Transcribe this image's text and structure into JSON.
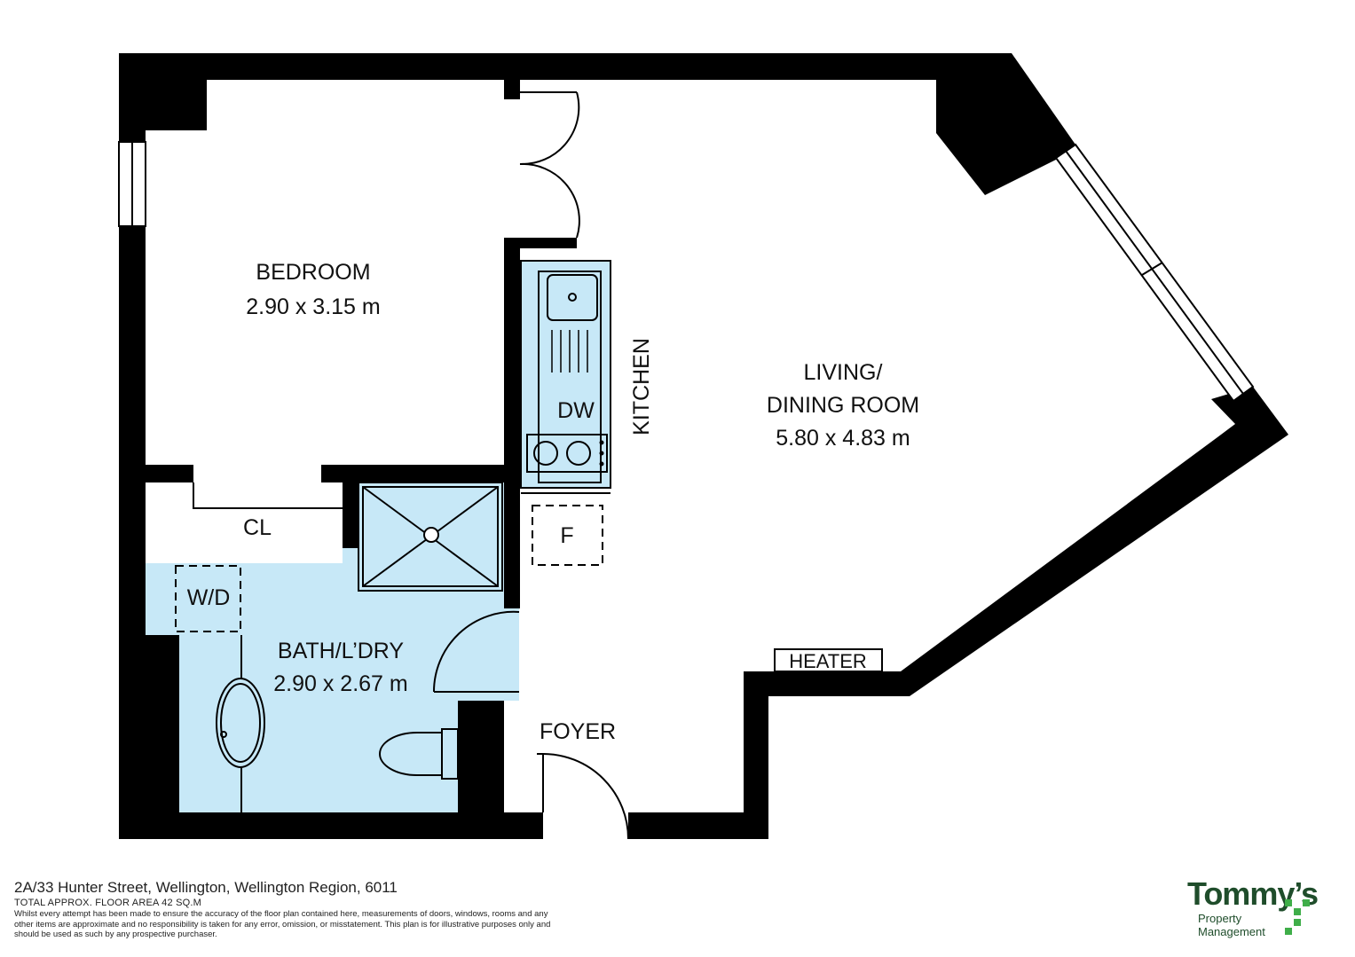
{
  "rooms": {
    "bedroom": {
      "name": "BEDROOM",
      "size": "2.90 x 3.15 m"
    },
    "living": {
      "line1": "LIVING/",
      "line2": "DINING ROOM",
      "size": "5.80 x 4.83 m"
    },
    "bath": {
      "name": "BATH/L’DRY",
      "size": "2.90 x 2.67 m"
    },
    "kitchen": {
      "name": "KITCHEN"
    },
    "foyer": {
      "name": "FOYER"
    },
    "closet": {
      "name": "CL"
    }
  },
  "fixtures": {
    "dishwasher": "DW",
    "fridge": "F",
    "washer_dryer": "W/D",
    "heater": "HEATER"
  },
  "footer": {
    "address": "2A/33 Hunter Street, Wellington, Wellington Region, 6011",
    "area": "TOTAL APPROX. FLOOR AREA 42 SQ.M",
    "disclaimer": "Whilst every attempt has been made to ensure the accuracy of the floor plan contained here, measurements of doors, windows, rooms and any other items are approximate and no responsibility is taken for any error, omission, or misstatement. This plan is for illustrative purposes only and should be used as such by any prospective purchaser."
  },
  "logo": {
    "name": "Tommy’s",
    "line1": "Property",
    "line2": "Management"
  },
  "colors": {
    "wall": "#000000",
    "wet_area": "#c7e8f7",
    "brand": "#1f4d2b",
    "brand_accent": "#3fae49"
  }
}
